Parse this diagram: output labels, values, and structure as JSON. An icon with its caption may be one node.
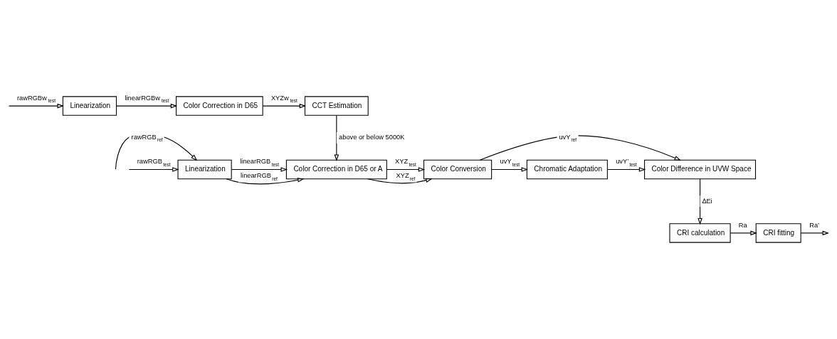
{
  "diagram": {
    "nodes": [
      {
        "text": [
          "Linearization"
        ]
      },
      {
        "text": [
          "Color Correction in D65"
        ]
      },
      {
        "text": [
          "CCT Estimation"
        ]
      },
      {
        "text": [
          "Linearization"
        ]
      },
      {
        "text": [
          "Color Correction in D65 or A"
        ]
      },
      {
        "text": [
          "Color Conversion"
        ]
      },
      {
        "text": [
          "Chromatic Adaptation"
        ]
      },
      {
        "text": [
          "Color Difference in UVW Space"
        ]
      },
      {
        "text": [
          "CRI calculation"
        ]
      },
      {
        "text": [
          "CRI fitting"
        ]
      }
    ],
    "edges": [
      {
        "from": null,
        "to": 0,
        "arrow": "to",
        "label": "rawRGBw$_{test}$"
      },
      {
        "from": 0,
        "to": 1,
        "arrow": "to",
        "label": "linearRGBw$_{test}$"
      },
      {
        "from": 1,
        "to": 2,
        "arrow": "to",
        "label": "XYZw$_{test}$"
      },
      {
        "from": 2,
        "to": 4,
        "arrow": "to",
        "label": "above or below 5000K"
      },
      {
        "from": null,
        "to": 3,
        "arrow": "to",
        "label": "rawRGB$_{ref}$"
      },
      {
        "from": null,
        "to": 3,
        "arrow": "to",
        "label": "rawRGB$_{test}$"
      },
      {
        "from": 3,
        "to": 4,
        "arrow": "to",
        "label": "linearRGB$_{ref}$"
      },
      {
        "from": 3,
        "to": 4,
        "arrow": "to",
        "label": "linearRGB$_{test}$"
      },
      {
        "from": 4,
        "to": 5,
        "arrow": "to",
        "label": "XYZ$_{ref}$"
      },
      {
        "from": 4,
        "to": 5,
        "arrow": "to",
        "label": "XYZ$_{test}$"
      },
      {
        "from": 5,
        "to": 7,
        "arrow": "to",
        "label": "uvY$_{ref}$"
      },
      {
        "from": 5,
        "to": 6,
        "arrow": "to",
        "label": "uvY$_{test}$"
      },
      {
        "from": 6,
        "to": 7,
        "arrow": "to",
        "label": "uvY’$_{test}$"
      },
      {
        "from": 7,
        "to": 8,
        "arrow": "to",
        "label": "∆Ei"
      },
      {
        "from": 8,
        "to": 9,
        "arrow": "to",
        "label": "Ra"
      },
      {
        "from": 9,
        "to": null,
        "arrow": "to",
        "label": "Ra’"
      }
    ]
  }
}
